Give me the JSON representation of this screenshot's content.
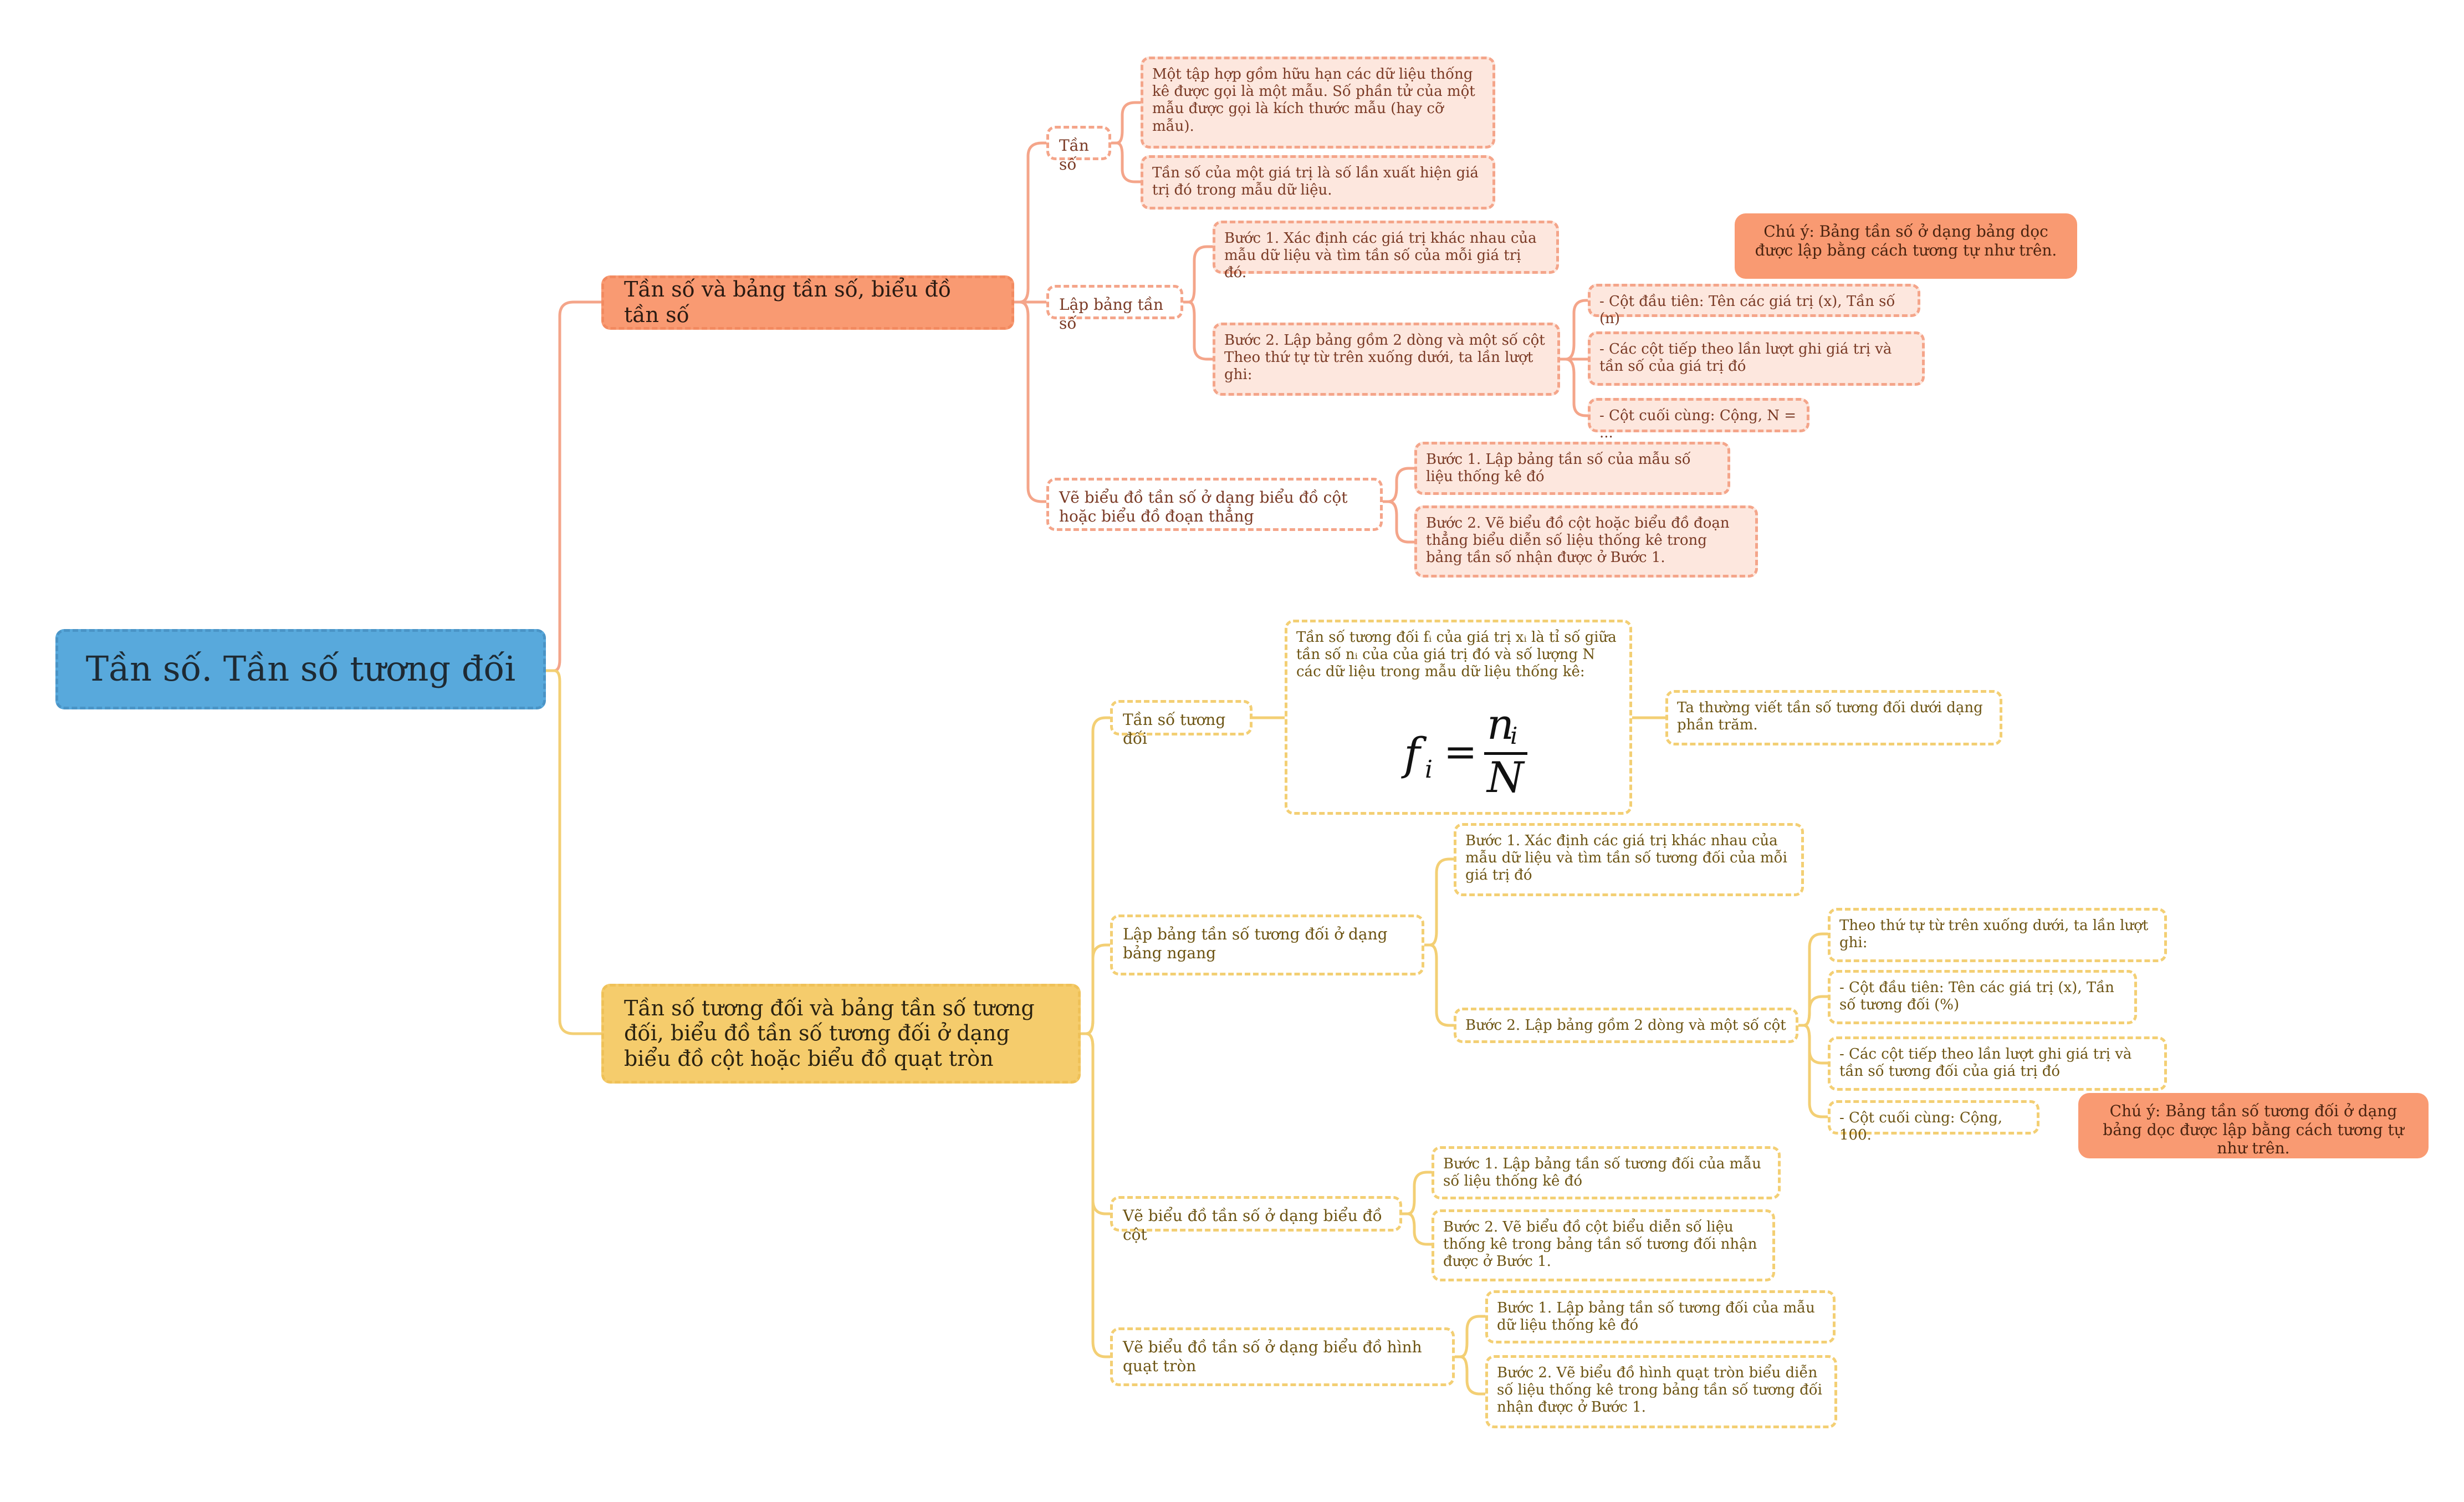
{
  "root": {
    "title": "Tần số. Tần số tương đối"
  },
  "branch1": {
    "title": "Tần số và bảng tần số, biểu đồ tần số",
    "tanso": {
      "label": "Tần số",
      "def1": "Một tập hợp gồm hữu hạn các dữ liệu thống kê được gọi là một mẫu. Số phần tử của một mẫu được gọi là kích thước mẫu (hay cỡ mẫu).",
      "def2": "Tần số của một giá trị là số lần xuất hiện giá trị đó trong mẫu dữ liệu."
    },
    "lapbang": {
      "label": "Lập bảng tần số",
      "step1": "Bước 1. Xác định các giá trị khác nhau của mẫu dữ liệu và tìm tần số của mỗi giá trị đó.",
      "step2": "Bước 2. Lập bảng gồm 2 dòng và một số cột Theo thứ tự từ trên xuống dưới, ta lần lượt ghi:",
      "col1": "- Cột đầu tiên: Tên các giá trị (x), Tần số (n)",
      "col2": "- Các cột tiếp theo lần lượt ghi giá trị và tần số của giá trị đó",
      "col3": "- Cột cuối cùng: Cộng, N = ...",
      "note": "Chú ý: Bảng tần số ở dạng bảng dọc được lập bằng cách tương tự như trên."
    },
    "vebieudo": {
      "label": "Vẽ biểu đồ tần số ở dạng biểu đồ cột hoặc biểu đồ đoạn thẳng",
      "step1": "Bước 1. Lập bảng tần số của mẫu số liệu thống kê đó",
      "step2": "Bước 2. Vẽ biểu đồ cột hoặc biểu đồ đoạn thẳng biểu diễn số liệu thống kê trong bảng tần số nhận được ở Bước 1."
    }
  },
  "branch2": {
    "title": "Tần số tương đối và bảng tần số tương đối, biểu đồ tần số tương đối ở dạng biểu đồ cột hoặc biểu đồ quạt tròn",
    "tansotd": {
      "label": "Tần số tương đối",
      "def": "Tần số tương đối fᵢ của giá trị xᵢ là tỉ số giữa tần số nᵢ của của giá trị đó và số lượng N các dữ liệu trong mẫu dữ liệu thống kê:",
      "formula": {
        "lhs": "f",
        "lhs_sub": "i",
        "eq": "=",
        "num": "n",
        "num_sub": "i",
        "den": "N"
      },
      "note": "Ta thường viết tần số tương đối dưới dạng phần trăm."
    },
    "lapbang": {
      "label": "Lập bảng tần số tương đối ở dạng bảng ngang",
      "step1": "Bước 1. Xác định các giá trị khác nhau của mẫu dữ liệu và tìm tần số tương đối của mỗi giá trị đó",
      "step2": "Bước 2. Lập bảng gồm 2 dòng và một số cột",
      "order": "Theo thứ tự từ trên xuống dưới, ta lần lượt ghi:",
      "col1": "- Cột đầu tiên: Tên các giá trị (x), Tần số tương đối (%)",
      "col2": "- Các cột tiếp theo lần lượt ghi giá trị và tần số tương đối của giá trị đó",
      "col3": "- Cột cuối cùng: Cộng, 100.",
      "note": "Chú ý: Bảng tần số tương đối ở dạng bảng dọc được lập bằng cách tương tự như trên."
    },
    "vecot": {
      "label": "Vẽ biểu đồ tần số ở dạng biểu đồ cột",
      "step1": "Bước 1. Lập bảng tần số tương đối của mẫu số liệu thống kê đó",
      "step2": "Bước 2. Vẽ biểu đồ cột biểu diễn số liệu thống kê trong bảng tần số tương đối nhận được ở Bước 1."
    },
    "vequat": {
      "label": "Vẽ biểu đồ tần số ở dạng biểu đồ hình quạt tròn",
      "step1": "Bước 1. Lập bảng tần số tương đối của mẫu dữ liệu thống kê đó",
      "step2": "Bước 2. Vẽ biểu đồ hình quạt tròn biểu diễn số liệu thống kê trong bảng tần số tương đối nhận được ở Bước 1."
    }
  },
  "colors": {
    "root": "#58a9dc",
    "orange": "#f99a72",
    "yellow": "#f5cc6c",
    "orange_line": "#f4a58a",
    "yellow_line": "#f3cf74"
  }
}
